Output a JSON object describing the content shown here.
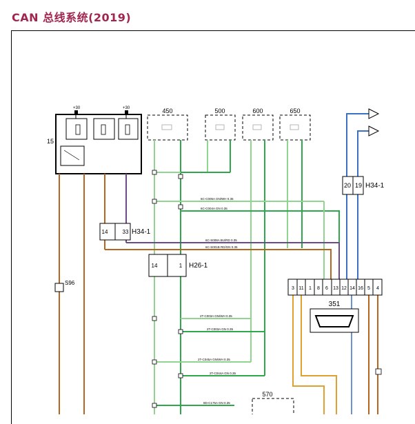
{
  "title": "CAN 总线系统(2019)",
  "connectors": {
    "c450": "450",
    "c500": "500",
    "c600": "600",
    "c650": "650",
    "c570": "570",
    "c351": "351",
    "c15": "15",
    "h34_top": "H34-1",
    "h34_left": "H34-1",
    "h26": "H26-1"
  },
  "pins": {
    "h34_top_a": "20",
    "h34_top_b": "19",
    "h34_left_a": "14",
    "h34_left_b": "33",
    "h26_a": "14",
    "h26_b": "1",
    "obd": [
      "3",
      "11",
      "1",
      "8",
      "6",
      "13",
      "12",
      "14",
      "16",
      "5",
      "4"
    ]
  },
  "splices": {
    "s96": "S96"
  },
  "fuse_labels": {
    "plus_a": "+30",
    "plus_b": "+30"
  },
  "wire_labels": {
    "w1": "6C-C005A GN/WH 0.35",
    "w2": "6C-C004A GN 0.35",
    "w3": "6C-S008A BU/RD 0.35",
    "w4": "6C-S001B RD/GN 0.35",
    "w5": "2T-C003A GN/WH 0.35",
    "w6": "2T-C003A GN 0.35",
    "w7": "2T-C045A GN/WH 0.35",
    "w8": "2T-C044A GN 0.35",
    "w9": "8D-C175A GN 0.35"
  },
  "colors": {
    "title": "#a0264f",
    "green": "#2ea84a",
    "light_green": "#8fd48f",
    "purple": "#6b4a8c",
    "brown": "#b5651d",
    "blue": "#3b6fc4",
    "orange": "#e0a030"
  }
}
